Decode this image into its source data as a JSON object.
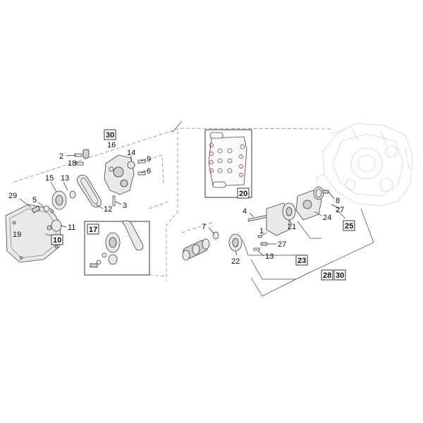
{
  "diagram": {
    "callouts": {
      "c2": "2",
      "c18": "18",
      "c16": "16",
      "c14": "14",
      "c9": "9",
      "c6": "6",
      "c3": "3",
      "c15": "15",
      "c13a": "13",
      "c29": "29",
      "c5": "5",
      "c12": "12",
      "c19": "19",
      "c11": "11",
      "c7": "7",
      "c4": "4",
      "c1": "1",
      "c27a": "27",
      "c13b": "13",
      "c22": "22",
      "c21": "21",
      "c24": "24",
      "c8": "8",
      "c27b": "27"
    },
    "boxed_callouts": {
      "b30a": "30",
      "b10": "10",
      "b17": "17",
      "b20": "20",
      "b25": "25",
      "b23": "23",
      "b28": "28",
      "b30b": "30"
    },
    "colors": {
      "oring": "#d23b3b",
      "ghost_engine": "#d3d3d3"
    }
  }
}
